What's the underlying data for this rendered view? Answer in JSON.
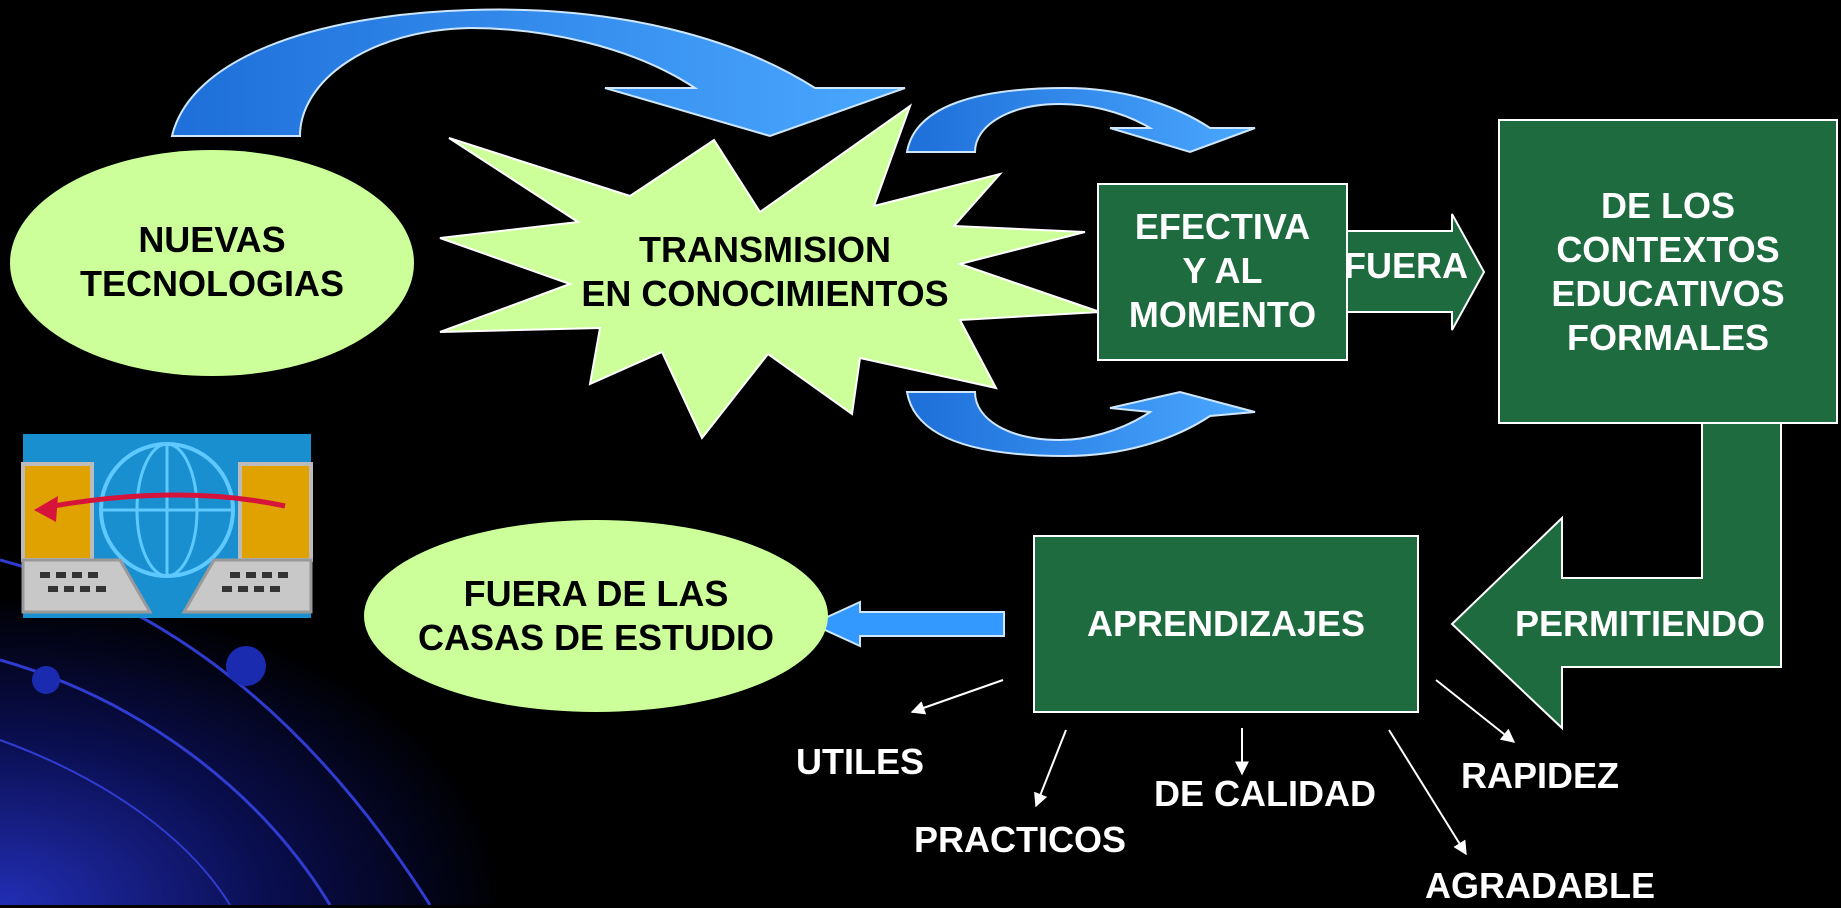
{
  "nodes": {
    "nuevas": [
      "NUEVAS",
      "TECNOLOGIAS"
    ],
    "transmision": [
      "TRANSMISION",
      "EN CONOCIMIENTOS"
    ],
    "efectiva": [
      "EFECTIVA",
      "Y AL",
      "MOMENTO"
    ],
    "fuera_arrow": "FUERA",
    "contextos": [
      "DE LOS",
      "CONTEXTOS",
      "EDUCATIVOS",
      "FORMALES"
    ],
    "permitiendo": "PERMITIENDO",
    "aprendizajes": "APRENDIZAJES",
    "casas": [
      "FUERA DE LAS",
      "CASAS DE ESTUDIO"
    ]
  },
  "qualities": {
    "utiles": "UTILES",
    "practicos": "PRACTICOS",
    "calidad": "DE CALIDAD",
    "rapidez": "RAPIDEZ",
    "agradable": "AGRADABLE"
  },
  "colors": {
    "background": "#000000",
    "light_green": "#CCFF99",
    "dark_green": "#1E6B40",
    "arrow_blue": "#3399FF",
    "text_white": "#FFFFFF"
  },
  "icons": [
    "network-computers-icon"
  ]
}
